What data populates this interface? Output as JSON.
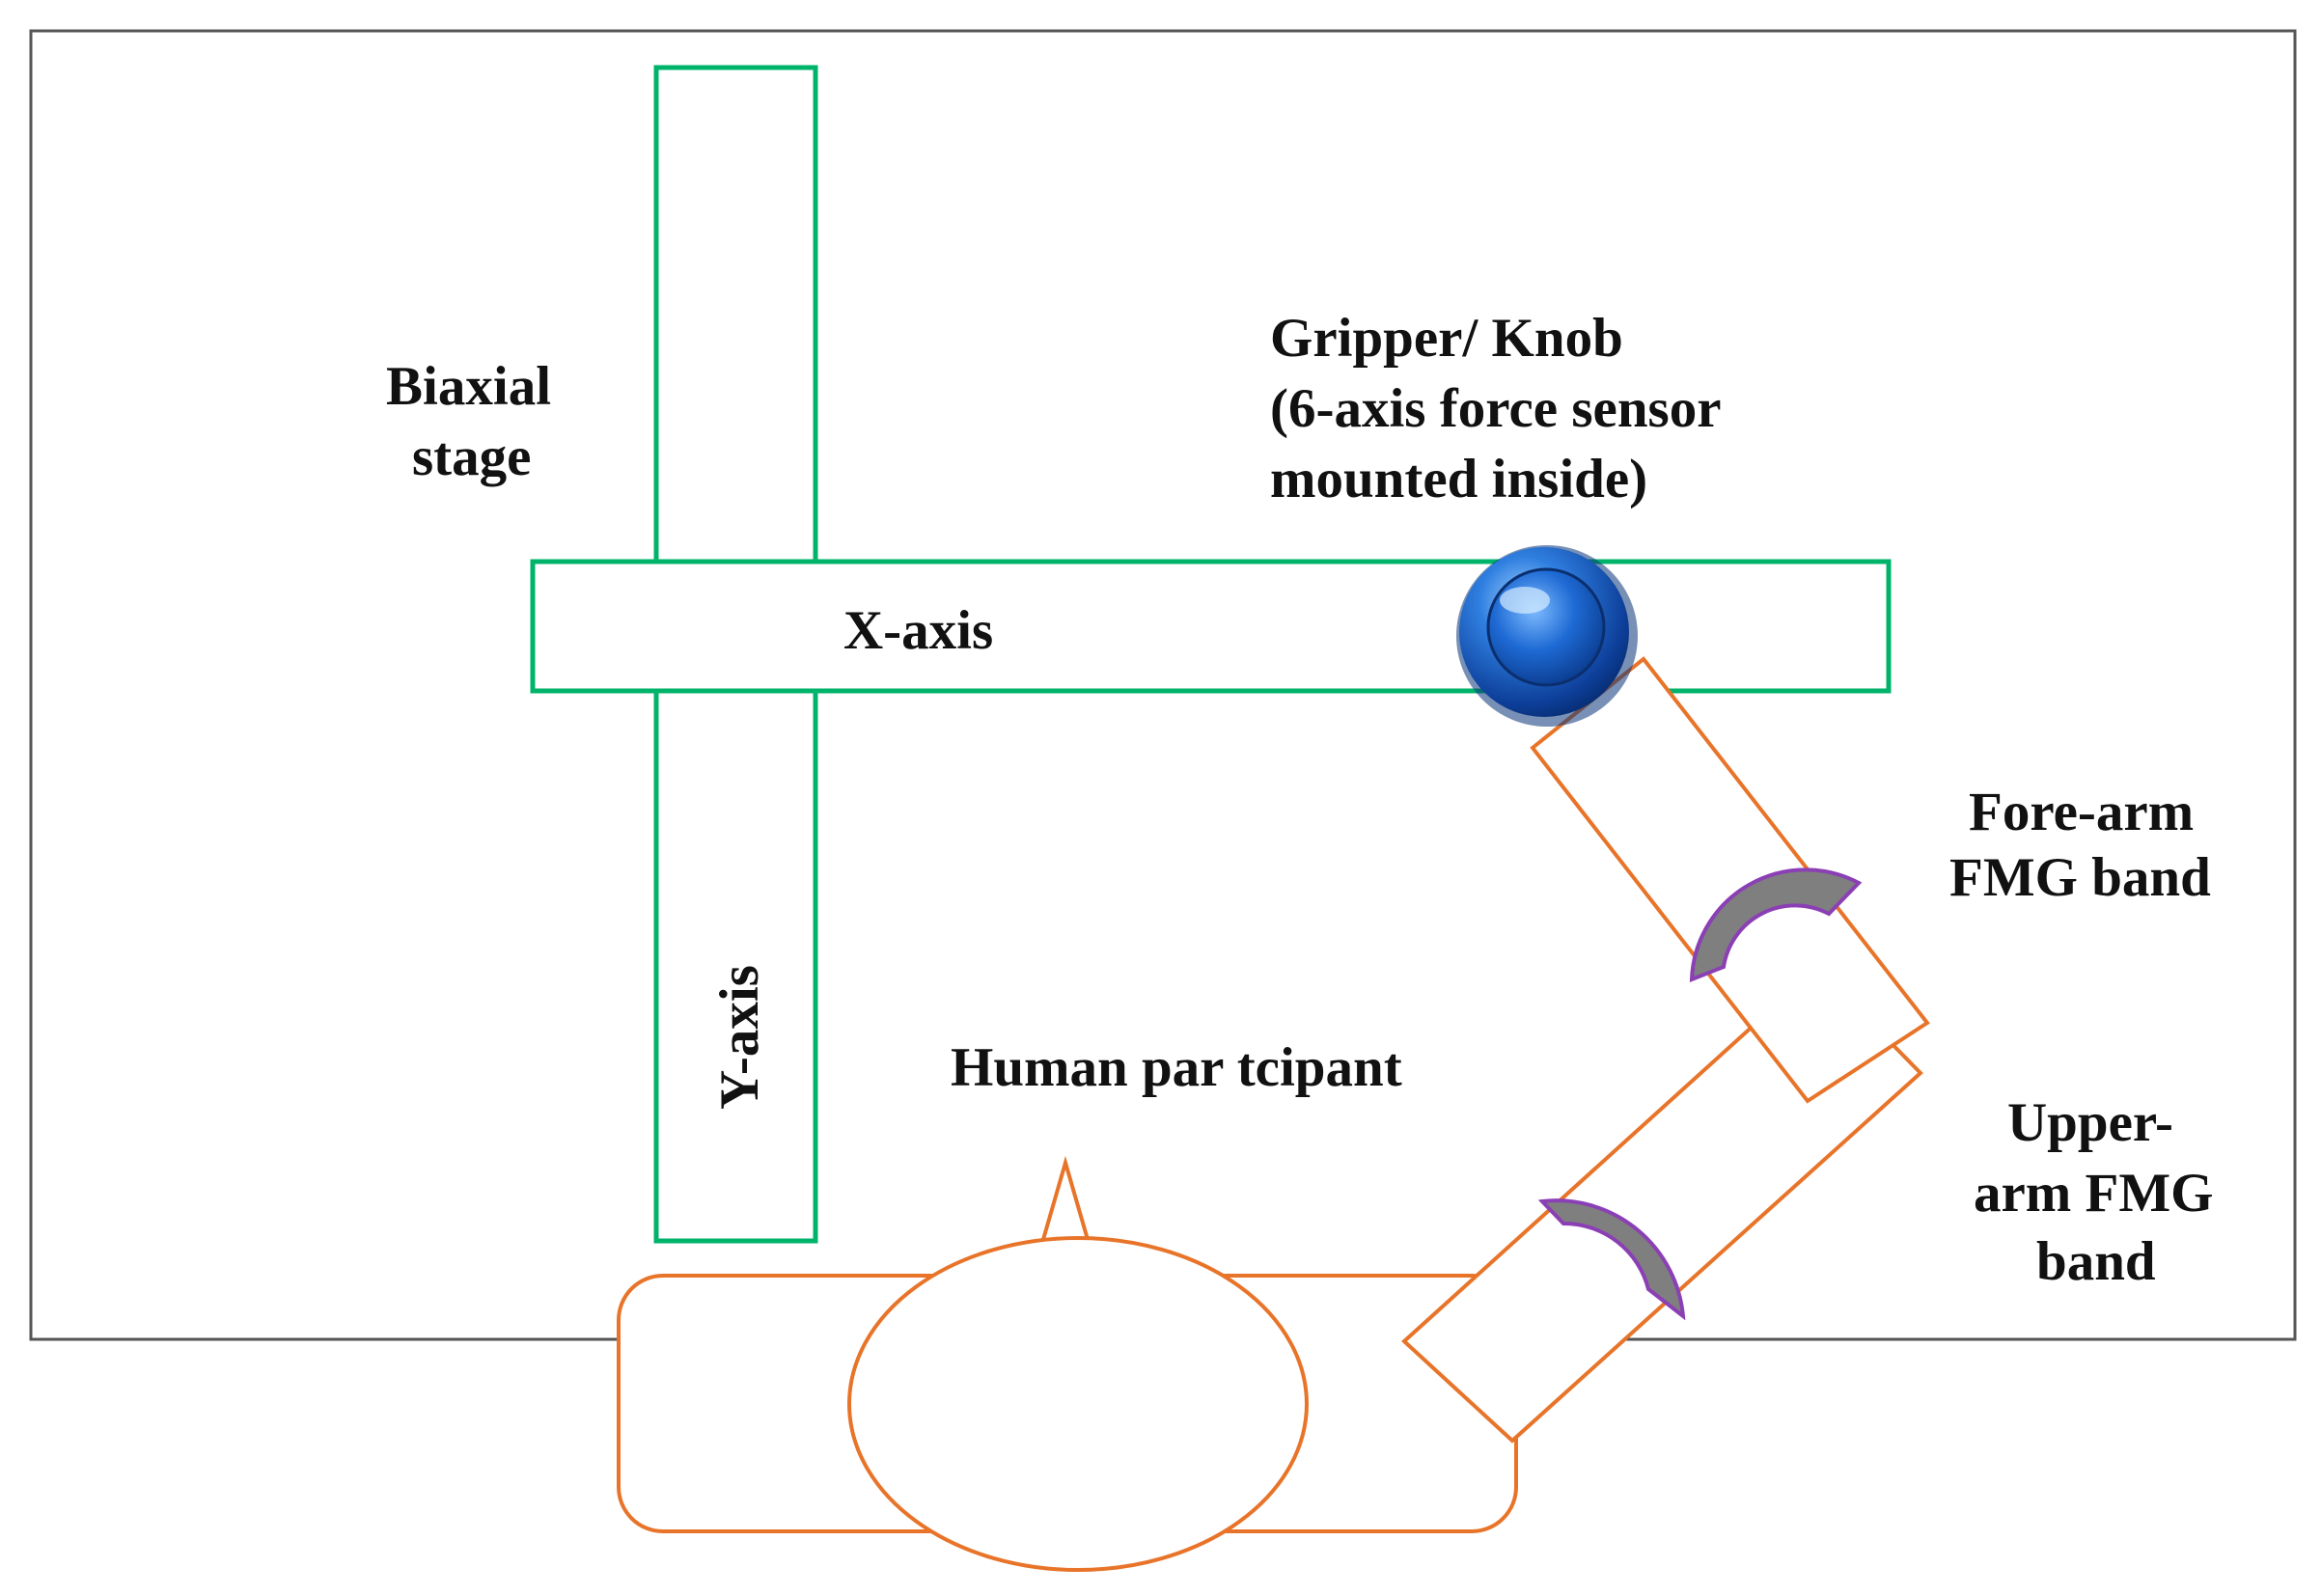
{
  "labels": {
    "biaxial_stage_line1": "Biaxial",
    "biaxial_stage_line2": "stage",
    "gripper_line1": "Gripper/ Knob",
    "gripper_line2": "(6-axis force sensor",
    "gripper_line3": "mounted inside)",
    "x_axis": "X-axis",
    "y_axis": "Y-axis",
    "forearm_line1": "Fore-arm",
    "forearm_line2": "FMG band",
    "upperarm_line1": "Upper-",
    "upperarm_line2": "arm FMG",
    "upperarm_line3": "band",
    "human": "Human par tcipant"
  },
  "colors": {
    "stage_outline": "#00b36b",
    "body_outline": "#e8742a",
    "band_fill": "#7f7f7f",
    "band_outline": "#8b3fb5",
    "knob_fill": "#1a5fc4"
  }
}
